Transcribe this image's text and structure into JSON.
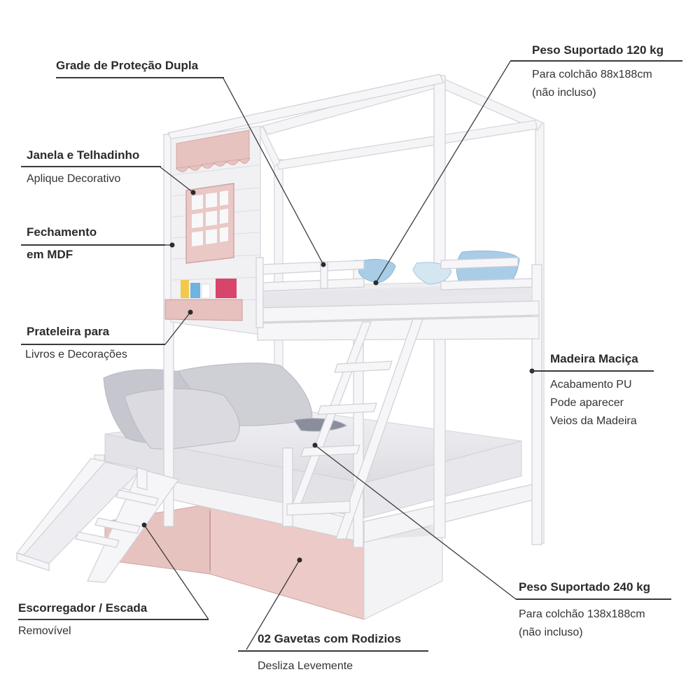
{
  "callouts": {
    "grade": {
      "title": "Grade de Proteção Dupla"
    },
    "peso_top": {
      "title": "Peso Suportado 120 kg",
      "lines": [
        "Para colchão 88x188cm",
        "(não incluso)"
      ]
    },
    "janela": {
      "title": "Janela e Telhadinho",
      "lines": [
        "Aplique Decorativo"
      ]
    },
    "fechamento": {
      "title_line1": "Fechamento",
      "title_line2": "em MDF"
    },
    "prateleira": {
      "title": "Prateleira para",
      "lines": [
        "Livros e Decorações"
      ]
    },
    "madeira": {
      "title": "Madeira Maciça",
      "lines": [
        "Acabamento PU",
        "Pode aparecer",
        "Veios da Madeira"
      ]
    },
    "peso_bottom": {
      "title": "Peso Suportado 240 kg",
      "lines": [
        "Para colchão 138x188cm",
        "(não incluso)"
      ]
    },
    "escorregador": {
      "title": "Escorregador / Escada",
      "lines": [
        "Removível"
      ]
    },
    "gavetas": {
      "title": "02 Gavetas com Rodizios",
      "lines": [
        "Desliza Levemente"
      ]
    }
  },
  "colors": {
    "frame": "#f4f4f6",
    "frame_edge": "#d6d6dc",
    "pink": "#e9c7c4",
    "pink_dark": "#d9aeaa",
    "mattress": "#ebebef",
    "pillow": "#c9c9d1",
    "blue_pillow": "#a9cde6",
    "line": "#3a3a3a"
  }
}
